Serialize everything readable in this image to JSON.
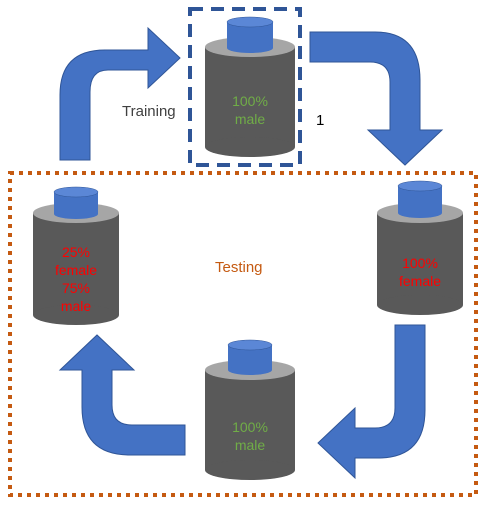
{
  "diagram": {
    "training_label": "Training",
    "testing_label": "Testing",
    "index_label": "1",
    "colors": {
      "arrow": "#4472c4",
      "arrow_stroke": "#2f5597",
      "cylinder_body": "#595959",
      "cylinder_top": "#a6a6a6",
      "cap": "#4472c4",
      "green_text": "#70ad47",
      "red_text": "#ff0000",
      "training_box": "#2f5597",
      "testing_box": "#c55a11",
      "testing_text": "#c55a11",
      "training_text": "#404040"
    },
    "cylinders": {
      "training": {
        "lines": [
          "100%",
          "male"
        ],
        "color": "green"
      },
      "right": {
        "lines": [
          "100%",
          "female"
        ],
        "color": "red"
      },
      "bottom": {
        "lines": [
          "100%",
          "male"
        ],
        "color": "green"
      },
      "left": {
        "lines": [
          "25%",
          "female",
          "75%",
          "male"
        ],
        "color": "red"
      }
    }
  }
}
